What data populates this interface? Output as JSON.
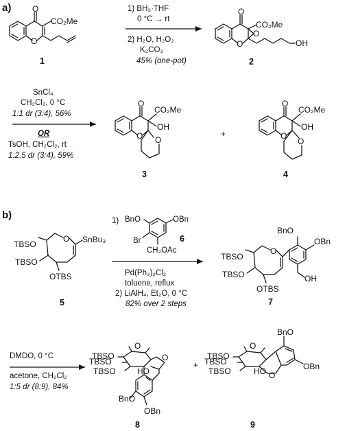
{
  "panel_a": {
    "label": "a)",
    "compounds": {
      "c1": {
        "number": "1",
        "substituent": "CO₂Me",
        "o_ketone": "O",
        "o_ring": "O"
      },
      "c2": {
        "number": "2",
        "ester": "CO₂Me",
        "o_ketone": "O",
        "o_ring": "O",
        "o_epoxide": "O",
        "oh": "OH"
      },
      "c3": {
        "number": "3",
        "ester": "CO₂Me",
        "oh": "OH",
        "o_ketone": "O",
        "o_ring": "O",
        "o_spiro": "O"
      },
      "c4": {
        "number": "4",
        "ester": "CO₂Me",
        "oh": "OH",
        "o_ketone": "O",
        "o_ring": "O",
        "o_spiro": "O"
      }
    },
    "step1": {
      "line1": "1) BH₃·THF",
      "line2": "0 °C → rt",
      "line3": "2) H₂O, H₂O₂",
      "line4": "K₂CO₃",
      "line5": "45% (one-pot)"
    },
    "step2": {
      "reagent1": "SnCl₄",
      "solvent1": "CH₂Cl₂, 0 °C",
      "dr1": "1:1 dr (3:4), 56%",
      "or": "OR",
      "reagent2": "TsOH, CH₂Cl₂, rt",
      "dr2": "1:2.5 dr (3:4), 59%"
    },
    "plus": "+"
  },
  "panel_b": {
    "label": "b)",
    "compounds": {
      "c5": {
        "number": "5",
        "tbso_ch2": "TBSO",
        "tbs_mid": "TBSO",
        "otbs": "OTBS",
        "snbu3": "SnBu₃",
        "o_ring": "O"
      },
      "c6": {
        "number": "6",
        "obn_left": "BnO",
        "obn_right": "OBn",
        "br": "Br",
        "ch2oac": "CH₂OAc"
      },
      "c7": {
        "number": "7",
        "tbso_ch2": "TBSO",
        "tbs_mid": "TBSO",
        "otbs": "OTBS",
        "obn_left": "BnO",
        "obn_right": "OBn",
        "oh": "OH",
        "o_ring": "O"
      },
      "c8": {
        "number": "8",
        "tbso1": "TBSO",
        "tbso2": "TBSO",
        "tbso3": "TBSO",
        "ho": "HO",
        "obn_left": "BnO",
        "obn_right": "OBn",
        "o_ring": "O",
        "o_furan": "O"
      },
      "c9": {
        "number": "9",
        "tbso1": "TBSO",
        "tbso2": "TBSO",
        "tbso3": "TBSO",
        "ho": "HO",
        "obn_top": "BnO",
        "obn_right": "OBn",
        "o_ring": "O",
        "o_furan": "O"
      }
    },
    "step3": {
      "prefix": "1)",
      "line1": "Pd(Ph₃)₂Cl₂",
      "line2": "toluene, reflux",
      "line3": "2) LiAlH₄, Et₂O, 0 °C",
      "line4": "82% over 2 steps"
    },
    "step4": {
      "line1": "DMDO, 0 °C",
      "line2": "acetone, CH₂Cl₂",
      "line3": "1:5 dr (8:9), 84%"
    },
    "plus": "+"
  }
}
